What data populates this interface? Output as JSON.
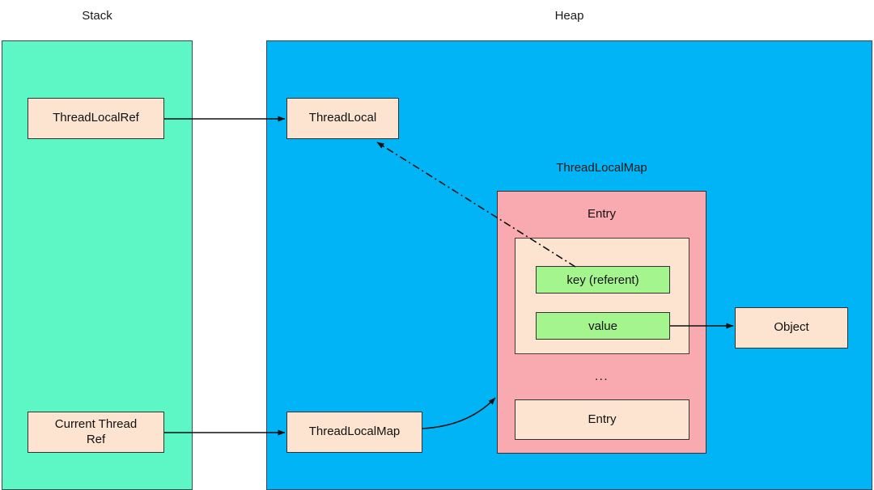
{
  "diagram": {
    "title_stack": "Stack",
    "title_heap": "Heap",
    "regions": {
      "stack": {
        "label": "Stack",
        "color": "#5cf7c4"
      },
      "heap": {
        "label": "Heap",
        "color": "#00b4f5"
      },
      "threadlocalmap": {
        "label": "ThreadLocalMap",
        "color": "#f9aab0"
      }
    },
    "nodes": {
      "threadlocal_ref": "ThreadLocalRef",
      "current_thread_ref": "Current Thread\nRef",
      "current_thread_ref_line1": "Current Thread",
      "current_thread_ref_line2": "Ref",
      "threadlocal": "ThreadLocal",
      "threadlocalmap_box": "ThreadLocalMap",
      "entry_title": "Entry",
      "key": "key (referent)",
      "value": "value",
      "object": "Object",
      "ellipsis": "...",
      "entry_second": "Entry"
    },
    "edges": [
      {
        "name": "threadlocalref-to-threadlocal",
        "from": "ThreadLocalRef",
        "to": "ThreadLocal",
        "style": "solid"
      },
      {
        "name": "key-to-threadlocal",
        "from": "key (referent)",
        "to": "ThreadLocal",
        "style": "dash-dot"
      },
      {
        "name": "value-to-object",
        "from": "value",
        "to": "Object",
        "style": "solid"
      },
      {
        "name": "currentthreadref-to-threadlocalmap",
        "from": "Current Thread Ref",
        "to": "ThreadLocalMap",
        "style": "solid"
      },
      {
        "name": "threadlocalmap-to-map-container",
        "from": "ThreadLocalMap",
        "to": "ThreadLocalMap container",
        "style": "curved"
      }
    ],
    "colors": {
      "stack_fill": "#5cf7c4",
      "heap_fill": "#00b4f5",
      "map_fill": "#f9aab0",
      "node_fill": "#fce4d0",
      "green_fill": "#a5f58f",
      "stroke": "#333333"
    }
  }
}
